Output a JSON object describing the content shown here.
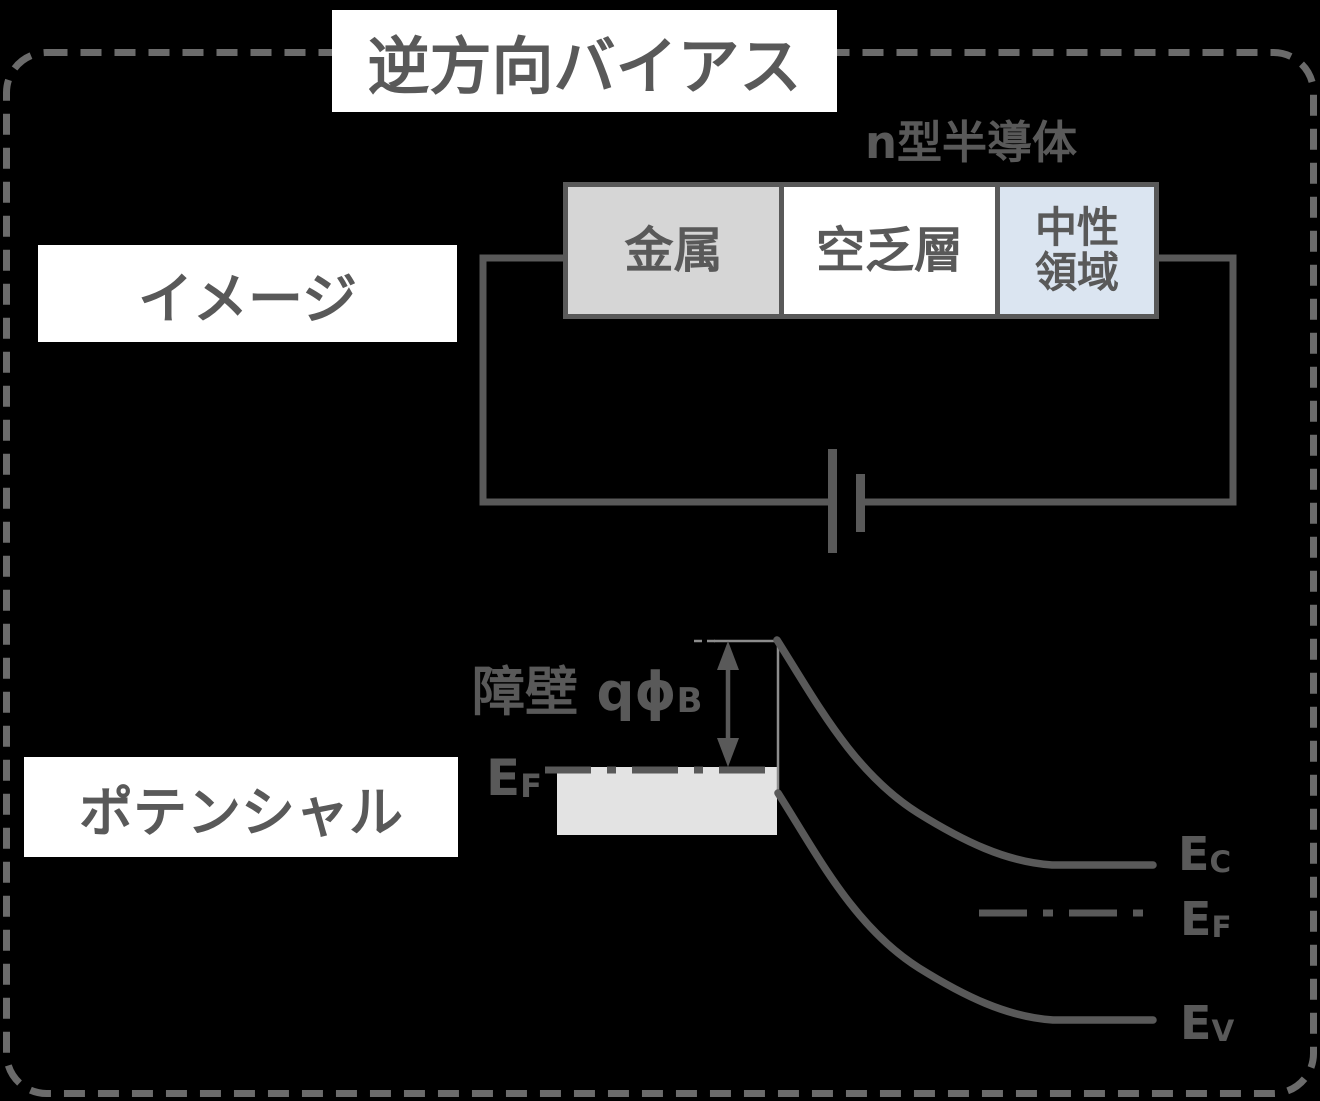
{
  "title": "逆方向バイアス",
  "section_labels": {
    "image": "イメージ",
    "potential": "ポテンシャル"
  },
  "structure": {
    "semiconductor_label": "n型半導体",
    "metal": "金属",
    "depletion_layer": "空乏層",
    "neutral_region_line1": "中性",
    "neutral_region_line2": "領域"
  },
  "band_diagram": {
    "barrier_main": "障壁 qϕ",
    "barrier_sub": "B",
    "fermi_metal_main": "E",
    "fermi_metal_sub": "F",
    "conduction_main": "E",
    "conduction_sub": "C",
    "fermi_semi_main": "E",
    "fermi_semi_sub": "F",
    "valence_main": "E",
    "valence_sub": "V"
  },
  "colors": {
    "background": "#000000",
    "dashed_border": "#6b6b6b",
    "dark_gray": "#595959",
    "metal_fill": "#d6d6d6",
    "neutral_fill": "#dbe5f1",
    "band_metal_fill": "#e3e3e3",
    "thin_line": "#8c8c8c",
    "box_bg": "#ffffff"
  }
}
